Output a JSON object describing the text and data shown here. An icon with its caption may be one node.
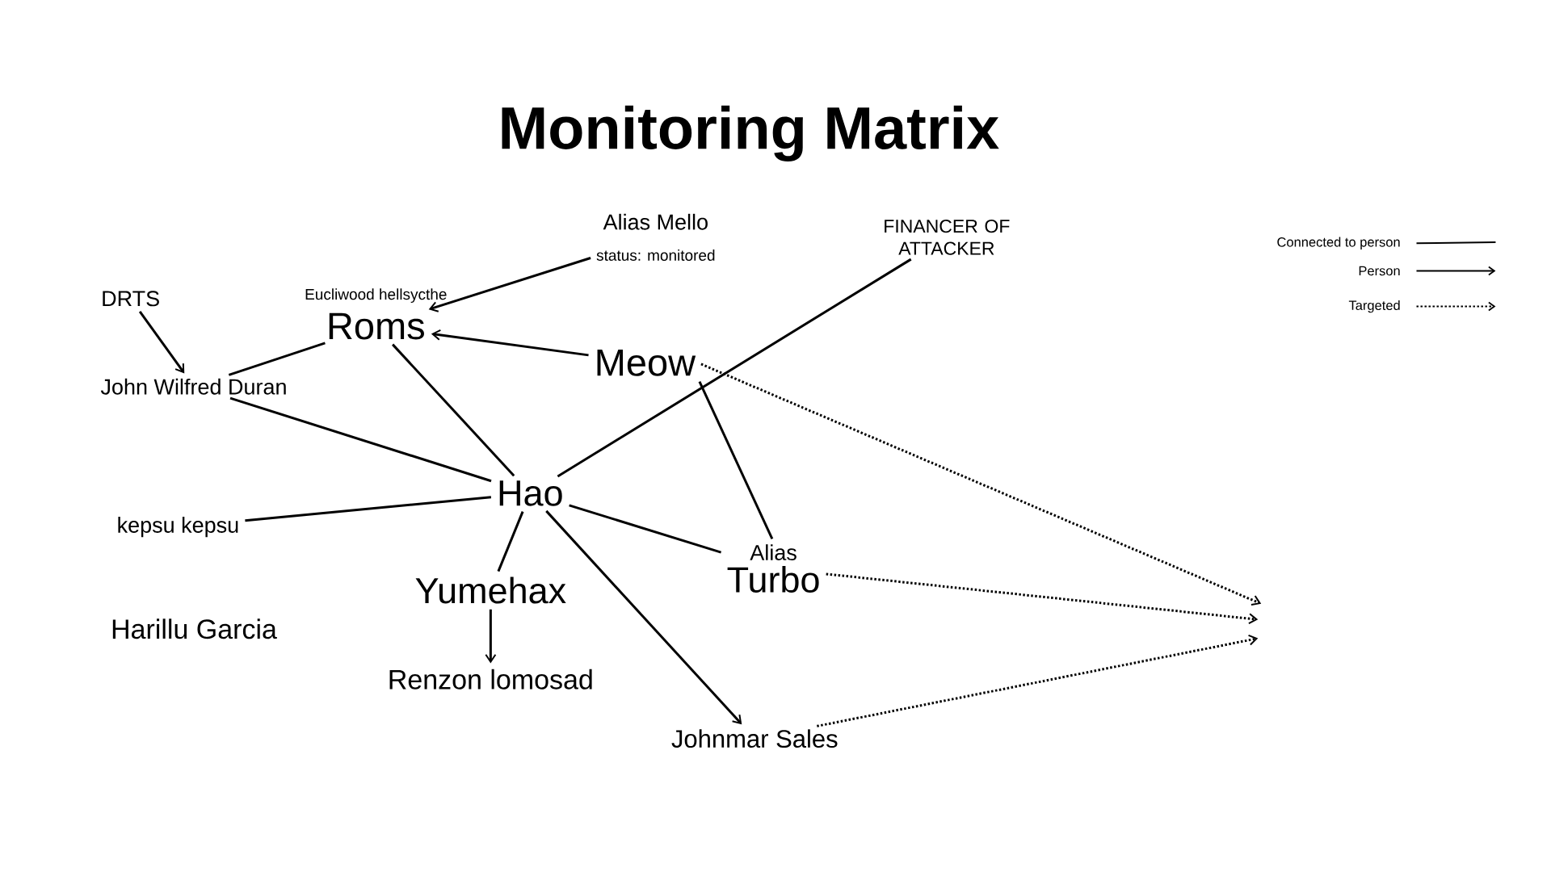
{
  "diagram": {
    "title": "Monitoring Matrix",
    "nodes": [
      {
        "text": [
          "Alias Mello",
          "status: monitored"
        ]
      },
      {
        "text": [
          "FINANCER OF ATTACKER"
        ]
      },
      {
        "text": [
          "DRTS"
        ]
      },
      {
        "text": [
          "Roms"
        ],
        "beside": [
          "Eucliwood hellsycthe"
        ]
      },
      {
        "text": [
          "Meow"
        ]
      },
      {
        "text": [
          "John Wilfred Duran"
        ]
      },
      {
        "text": [
          "Hao"
        ]
      },
      {
        "text": [
          "kepsu kepsu"
        ]
      },
      {
        "text": [
          "Alias",
          "Turbo"
        ]
      },
      {
        "text": [
          "Yumehax"
        ]
      },
      {
        "text": [
          "Renzon lomosad"
        ]
      },
      {
        "text": [
          "Johnmar Sales"
        ]
      }
    ],
    "edges": [
      {
        "from": 2,
        "to": 5,
        "arrow": "to"
      },
      {
        "from": 0,
        "to": 3,
        "arrow": "to"
      },
      {
        "from": 4,
        "to": 3,
        "arrow": "to"
      },
      {
        "from": 5,
        "to": 3,
        "arrow": "none"
      },
      {
        "from": 5,
        "to": 6,
        "arrow": "none"
      },
      {
        "from": 3,
        "to": 6,
        "arrow": "none"
      },
      {
        "from": 6,
        "to": 1,
        "arrow": "none"
      },
      {
        "from": 7,
        "to": 6,
        "arrow": "none"
      },
      {
        "from": 6,
        "to": 9,
        "arrow": "none"
      },
      {
        "from": 9,
        "to": 10,
        "arrow": "to"
      },
      {
        "from": 6,
        "to": 8,
        "arrow": "none"
      },
      {
        "from": 6,
        "to": 11,
        "arrow": "to"
      },
      {
        "from": 4,
        "to": 8,
        "arrow": "none"
      },
      {
        "from": 4,
        "to": null,
        "arrow": "to",
        "style": "dashed"
      },
      {
        "from": 8,
        "to": null,
        "arrow": "to",
        "style": "dashed"
      },
      {
        "from": 11,
        "to": null,
        "arrow": "to",
        "style": "dashed"
      }
    ],
    "labels": [
      "Harillu Garcia"
    ],
    "legend": [
      {
        "text": "Connected to person"
      },
      {
        "text": "Person"
      },
      {
        "text": "Targeted"
      }
    ]
  }
}
